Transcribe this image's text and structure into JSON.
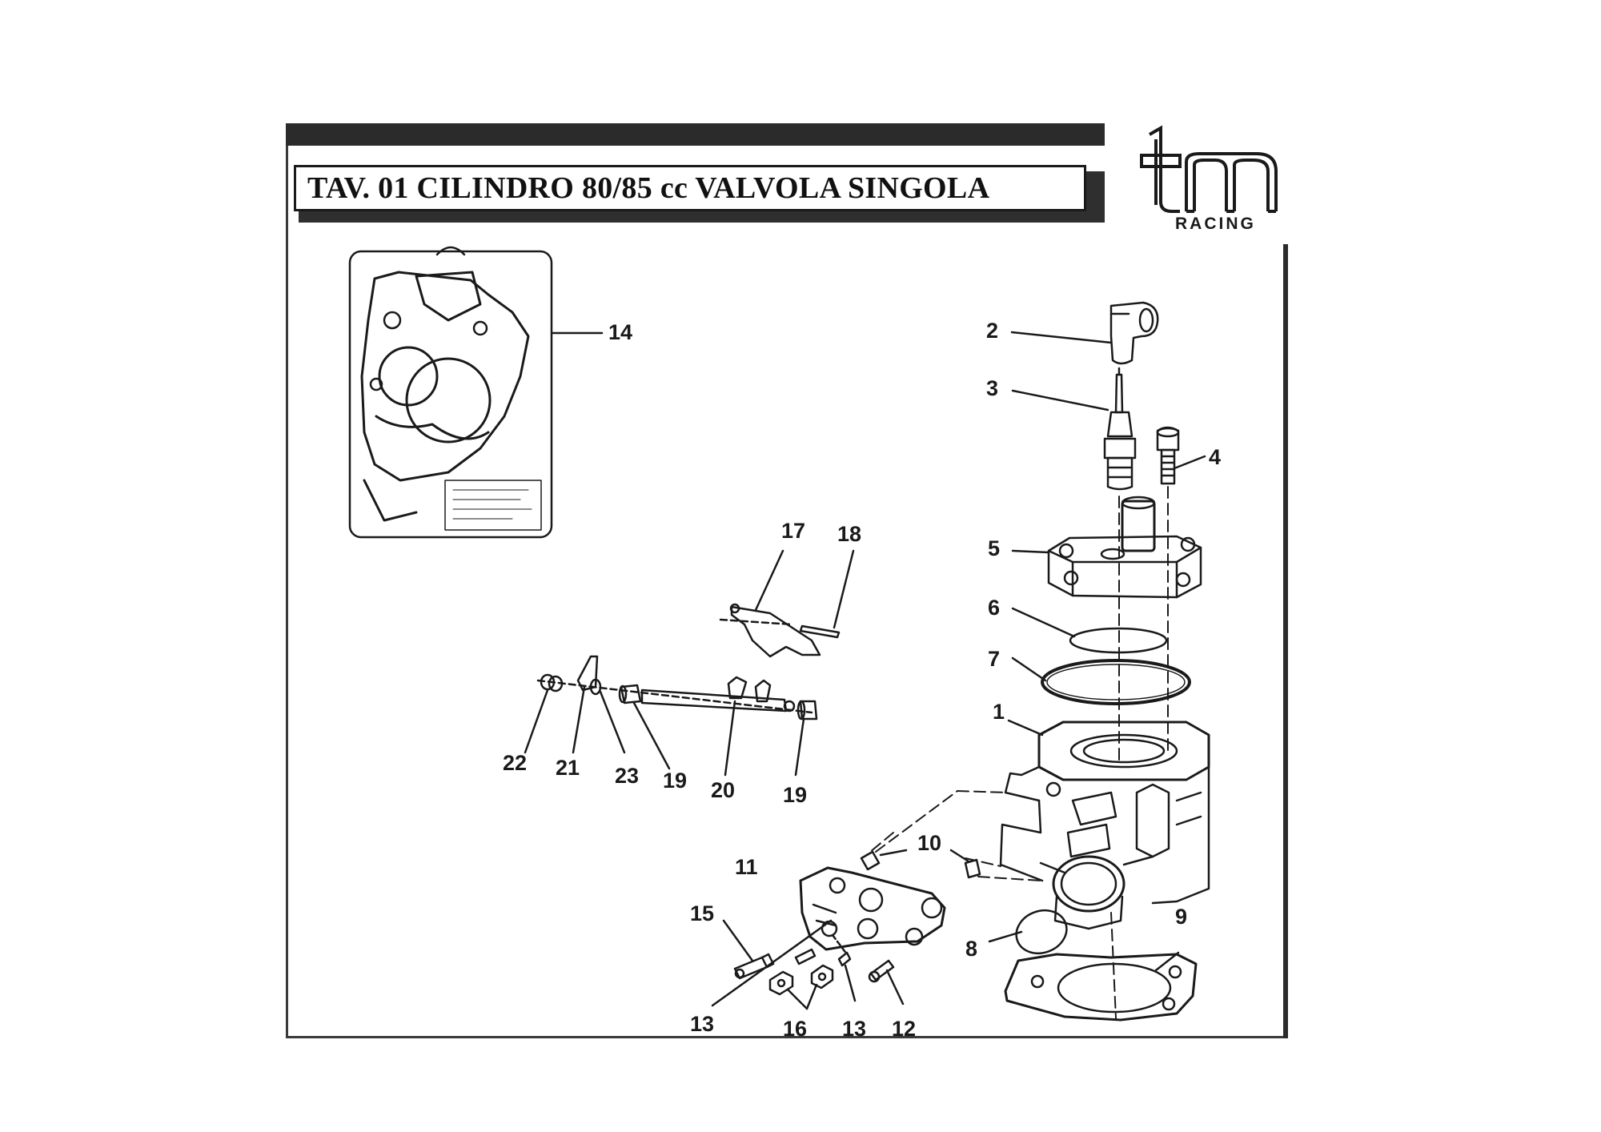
{
  "title": "TAV. 01 CILINDRO 80/85 cc VALVOLA SINGOLA",
  "logo": {
    "letters": "tm",
    "subtitle": "RACING"
  },
  "callouts": {
    "n1": "1",
    "n2": "2",
    "n3": "3",
    "n4": "4",
    "n5": "5",
    "n6": "6",
    "n7": "7",
    "n8": "8",
    "n9": "9",
    "n10": "10",
    "n11": "11",
    "n12": "12",
    "n13a": "13",
    "n13b": "13",
    "n14": "14",
    "n15": "15",
    "n16": "16",
    "n17": "17",
    "n18": "18",
    "n19a": "19",
    "n19b": "19",
    "n20": "20",
    "n21": "21",
    "n22": "22",
    "n23": "23"
  }
}
